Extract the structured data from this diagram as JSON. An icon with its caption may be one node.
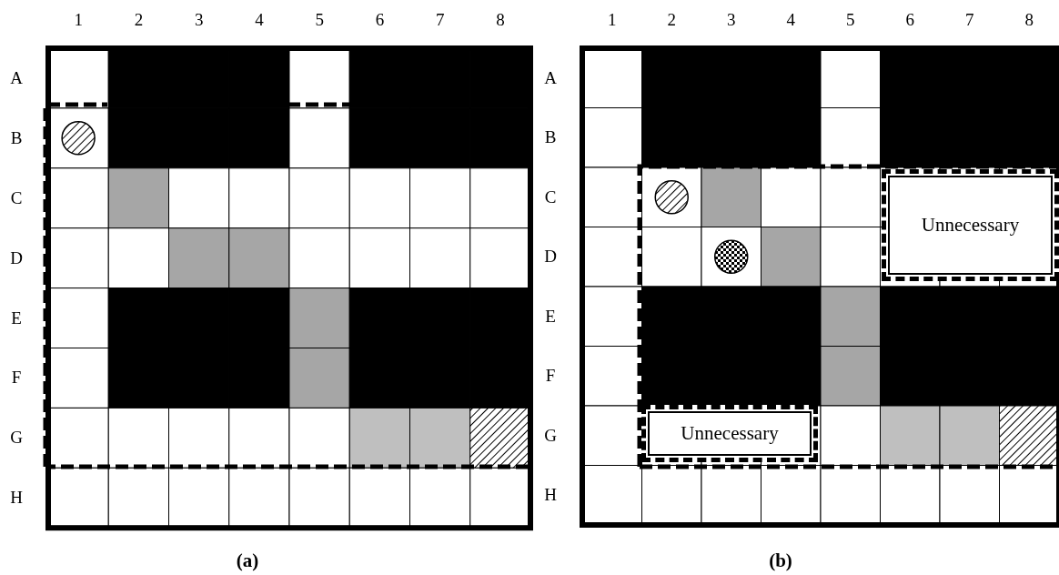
{
  "diagram": {
    "nodes": [
      {
        "text": [
          "Unnecessary"
        ]
      },
      {
        "text": [
          "Unnecessary"
        ]
      }
    ],
    "labels": [
      "1",
      "2",
      "3",
      "4",
      "5",
      "6",
      "7",
      "8",
      "1",
      "2",
      "3",
      "4",
      "5",
      "6",
      "7",
      "8",
      "A",
      "A",
      "B",
      "B",
      "C",
      "C",
      "D",
      "D",
      "E",
      "E",
      "F",
      "F",
      "G",
      "G",
      "H",
      "H",
      "(a)",
      "(b)"
    ]
  }
}
